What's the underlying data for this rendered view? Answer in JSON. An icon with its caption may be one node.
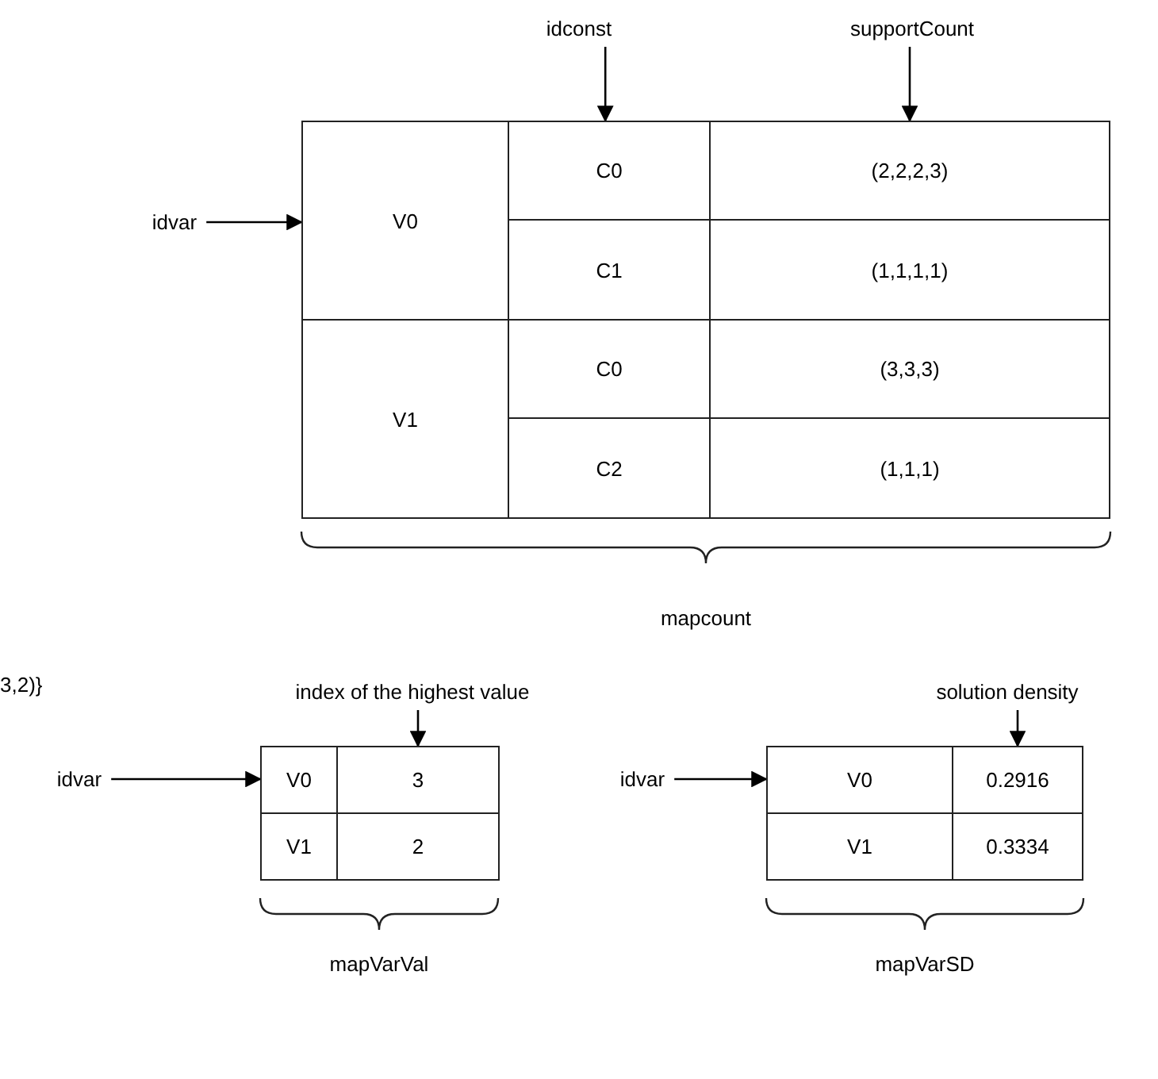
{
  "diagram": {
    "nodes": [
      {
        "text": [
          "idconst"
        ]
      },
      {
        "text": [
          "supportCount"
        ]
      },
      {
        "text": [
          "idvar"
        ]
      },
      {
        "text": [
          "V0"
        ]
      },
      {
        "text": [
          "C0"
        ]
      },
      {
        "text": [
          "(2,2,2,3)"
        ]
      },
      {
        "text": [
          "C1"
        ]
      },
      {
        "text": [
          "(1,1,1,1)"
        ]
      },
      {
        "text": [
          "V1"
        ]
      },
      {
        "text": [
          "C0"
        ]
      },
      {
        "text": [
          "(3,3,3)"
        ]
      },
      {
        "text": [
          "C2"
        ]
      },
      {
        "text": [
          "(1,1,1)"
        ]
      },
      {
        "text": [
          "index of the highest value"
        ]
      },
      {
        "text": [
          "idvar"
        ]
      },
      {
        "text": [
          "V0"
        ]
      },
      {
        "text": [
          "3"
        ]
      },
      {
        "text": [
          "V1"
        ]
      },
      {
        "text": [
          "2"
        ]
      },
      {
        "text": [
          "solution density"
        ]
      },
      {
        "text": [
          "idvar"
        ]
      },
      {
        "text": [
          "V0"
        ]
      },
      {
        "text": [
          "0.2916"
        ]
      },
      {
        "text": [
          "V1"
        ]
      },
      {
        "text": [
          "0.3334"
        ]
      }
    ],
    "edges": [
      {
        "from": 0,
        "to": 4,
        "arrow": "to"
      },
      {
        "from": 1,
        "to": 5,
        "arrow": "to"
      },
      {
        "from": 2,
        "to": 3,
        "arrow": "to"
      },
      {
        "from": 13,
        "to": 16,
        "arrow": "to"
      },
      {
        "from": 14,
        "to": 15,
        "arrow": "to"
      },
      {
        "from": 19,
        "to": 22,
        "arrow": "to"
      },
      {
        "from": 20,
        "to": 21,
        "arrow": "to"
      }
    ],
    "labels": [
      "mapcount",
      "3,2)}",
      "mapVarVal",
      "mapVarSD"
    ]
  }
}
